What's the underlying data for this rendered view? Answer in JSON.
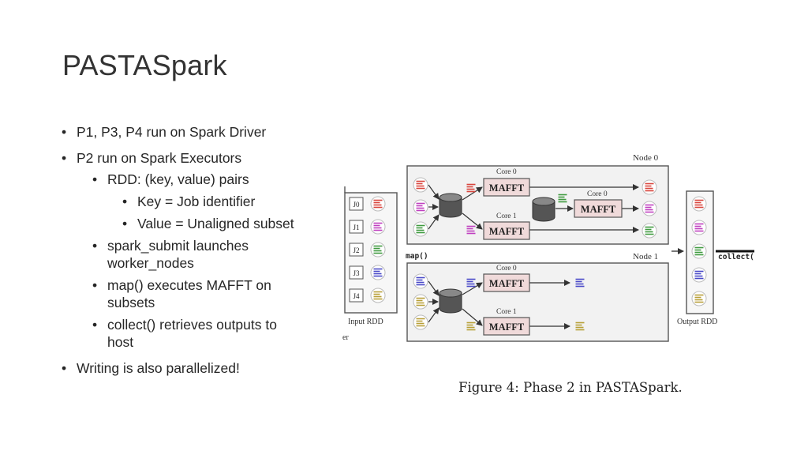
{
  "slide": {
    "title": "PASTASpark",
    "bullets": {
      "b1": "P1, P3, P4 run on Spark Driver",
      "b2": "P2 run on Spark Executors",
      "b2_1": "RDD: (key, value) pairs",
      "b2_1_1": "Key = Job identifier",
      "b2_1_2": "Value = Unaligned subset",
      "b2_2_line1": "spark_submit launches",
      "b2_2_line2": "worker_nodes",
      "b2_3_line1": "map() executes MAFFT on",
      "b2_3_line2": "subsets",
      "b2_4_line1": "collect() retrieves outputs to",
      "b2_4_line2": "host",
      "b3": "Writing is also parallelized!"
    }
  },
  "figure": {
    "caption": "Figure 4:  Phase 2 in PASTASpark.",
    "node0_label": "Node 0",
    "node1_label": "Node 1",
    "core0_label": "Core 0",
    "core1_label": "Core 1",
    "mafft_label": "MAFFT",
    "map_label": "map()",
    "collect_label": "collect(",
    "input_rdd_label": "Input RDD",
    "output_rdd_label": "Output RDD",
    "edge_label": "er",
    "jobs": [
      "J0",
      "J1",
      "J2",
      "J3",
      "J4"
    ],
    "colors": {
      "red": "#d9463e",
      "magenta": "#c040c0",
      "green": "#3f9a3f",
      "blue": "#4a4ac8",
      "olive": "#b8a038",
      "mafft_fill": "#f0dada",
      "node_fill": "#f2f2f2"
    }
  }
}
